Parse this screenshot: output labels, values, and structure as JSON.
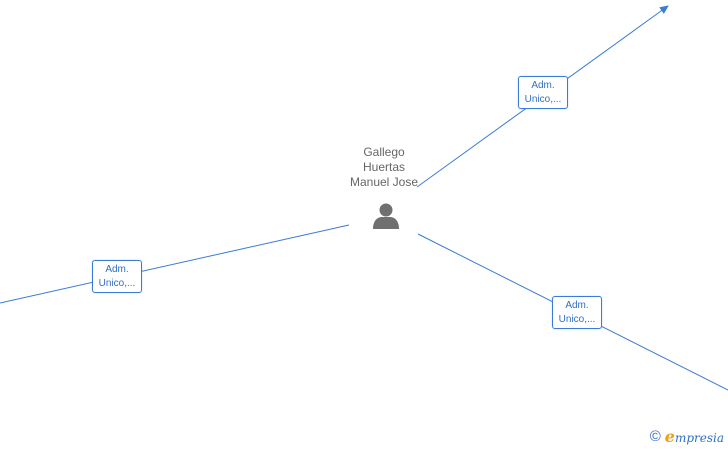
{
  "person": {
    "name_lines": [
      "Gallego",
      "Huertas",
      "Manuel Jose"
    ],
    "icon": "person-icon"
  },
  "relations": [
    {
      "role_lines": [
        "Adm.",
        "Unico,..."
      ]
    },
    {
      "role_lines": [
        "Adm.",
        "Unico,..."
      ]
    },
    {
      "role_lines": [
        "Adm.",
        "Unico,..."
      ]
    }
  ],
  "watermark": {
    "symbol": "©",
    "brand_initial": "e",
    "brand_rest": "mpresia"
  },
  "colors": {
    "edge": "#3a7bd5",
    "label_text": "#2f6fc4",
    "person_icon": "#707070",
    "brand_accent": "#f39c12"
  }
}
